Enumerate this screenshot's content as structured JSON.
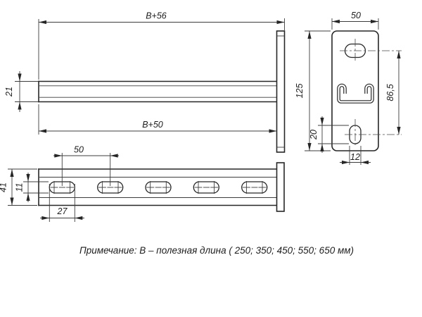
{
  "title": "Bracket technical drawing",
  "dims": {
    "overall_length": "B+56",
    "useful_length": "B+50",
    "channel_height": "21",
    "plate_width": "50",
    "plate_height": "125",
    "hole_spacing": "86,5",
    "plate_slot_length": "20",
    "plate_slot_width": "12",
    "slot_pitch": "50",
    "channel_width": "41",
    "slot_width": "11",
    "slot_length": "27"
  },
  "note": {
    "text": "Примечание: В – полезная длина ( 250; 350; 450; 550; 650 мм)"
  },
  "colors": {
    "line": "#262626",
    "background": "#ffffff"
  }
}
